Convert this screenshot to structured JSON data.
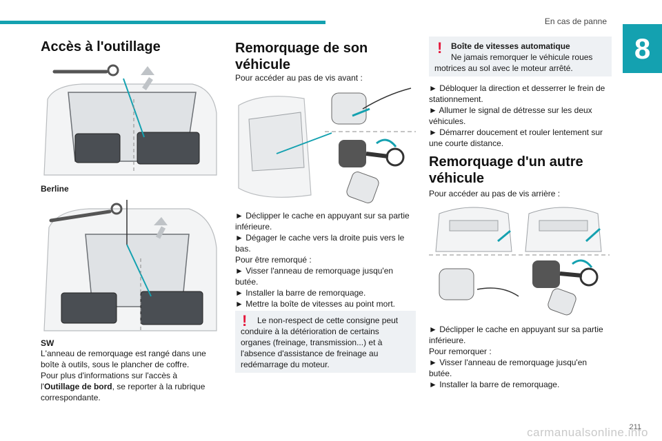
{
  "header": {
    "chapter_label": "En cas de panne",
    "chapter_number": "8",
    "accent_color": "#14a1b0"
  },
  "col1": {
    "title": "Accès à l'outillage",
    "caption_berline": "Berline",
    "caption_sw": "SW",
    "paragraphs": [
      "L'anneau de remorquage est rangé dans une boîte à outils, sous le plancher de coffre.",
      "Pour plus d'informations sur l'accès à"
    ],
    "ref_prefix": "l'",
    "ref_bold": "Outillage de bord",
    "ref_suffix": ", se reporter à la rubrique correspondante."
  },
  "col2": {
    "title": "Remorquage de son véhicule",
    "intro": "Pour accéder au pas de vis avant :",
    "steps": [
      "► Déclipper le cache en appuyant sur sa partie inférieure.",
      "► Dégager le cache vers la droite puis vers le bas.",
      "Pour être remorqué :",
      "► Visser l'anneau de remorquage jusqu'en butée.",
      "► Installer la barre de remorquage.",
      "► Mettre la boîte de vitesses au point mort."
    ],
    "warning": "Le non-respect de cette consigne peut conduire à la détérioration de certains organes (freinage, transmission...) et à l'absence d'assistance de freinage au redémarrage du moteur."
  },
  "col3": {
    "warning_title": "Boîte de vitesses automatique",
    "warning_text": "Ne jamais remorquer le véhicule roues motrices au sol avec le moteur arrêté.",
    "steps": [
      "► Débloquer la direction et desserrer le frein de stationnement.",
      "► Allumer le signal de détresse sur les deux véhicules.",
      "► Démarrer doucement et rouler lentement sur une courte distance."
    ],
    "title": "Remorquage d'un autre véhicule",
    "intro": "Pour accéder au pas de vis arrière :",
    "steps2": [
      "► Déclipper le cache en appuyant sur sa partie inférieure.",
      "Pour remorquer :",
      "► Visser l'anneau de remorquage jusqu'en butée.",
      "► Installer la barre de remorquage."
    ]
  },
  "footer": {
    "page_number": "211",
    "watermark": "carmanualsonline.info"
  }
}
